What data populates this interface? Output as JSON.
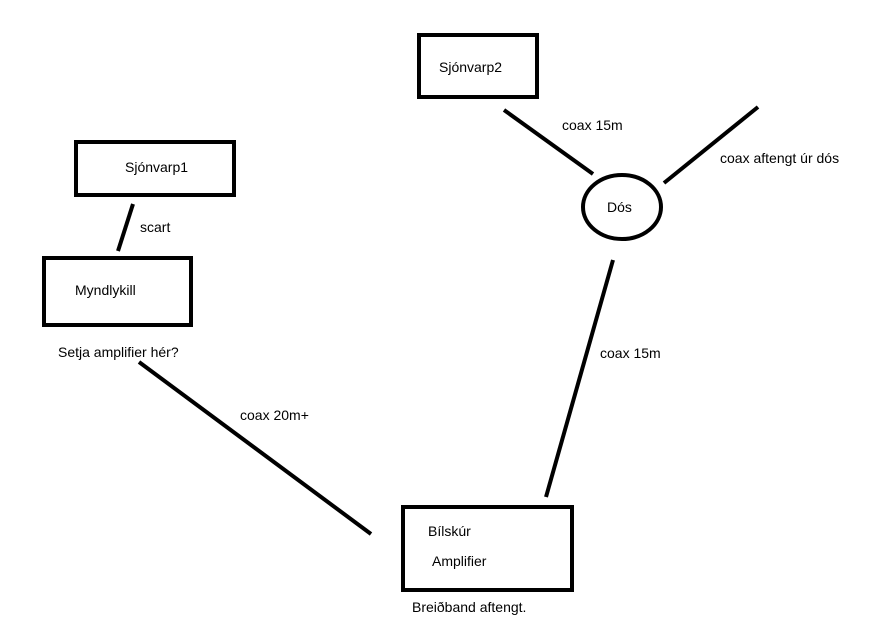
{
  "nodes": {
    "sjonvarp1": "Sjónvarp1",
    "sjonvarp2": "Sjónvarp2",
    "myndlykill": "Myndlykill",
    "dos": "Dós",
    "bilskur": "Bílskúr",
    "amplifier": "Amplifier"
  },
  "labels": {
    "scart": "scart",
    "coax_sjonvarp2_dos": "coax 15m",
    "coax_dos_disconnected": "coax aftengt úr dós",
    "coax_dos_bilskur": "coax 15m",
    "coax_myndlykill_bilskur": "coax 20m+",
    "amplifier_question": "Setja amplifier hér?",
    "broadband_note": "Breiðband aftengt."
  },
  "colors": {
    "stroke": "#000000",
    "background": "#ffffff"
  }
}
